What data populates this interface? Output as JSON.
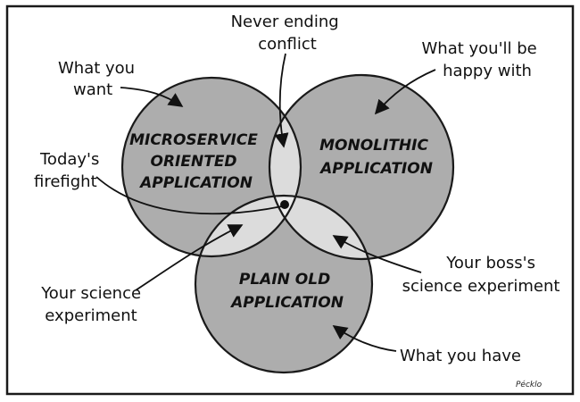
{
  "circles": {
    "microservice": {
      "lines": [
        "MICROSERVICE",
        "ORIENTED",
        "APPLICATION"
      ]
    },
    "monolithic": {
      "lines": [
        "MONOLITHIC",
        "APPLICATION"
      ]
    },
    "plain_old": {
      "lines": [
        "PLAIN OLD",
        "APPLICATION"
      ]
    }
  },
  "annotations": {
    "what_you_want": [
      "What you",
      "want"
    ],
    "never_ending_conflict": [
      "Never ending",
      "conflict"
    ],
    "what_youll_be_happy_with": [
      "What you'll be",
      "happy with"
    ],
    "todays_firefight": [
      "Today's",
      "firefight"
    ],
    "your_science_experiment": [
      "Your science",
      "experiment"
    ],
    "your_boss_science_experiment": [
      "Your boss's",
      "science experiment"
    ],
    "what_you_have": [
      "What you have"
    ]
  },
  "signature": "Pécklo",
  "colors": {
    "circle_fill": "#adadad",
    "pair_overlap_fill": "#dcdcdc",
    "center_overlap_fill": "#ececec",
    "stroke": "#1a1a1a",
    "background": "#ffffff"
  }
}
